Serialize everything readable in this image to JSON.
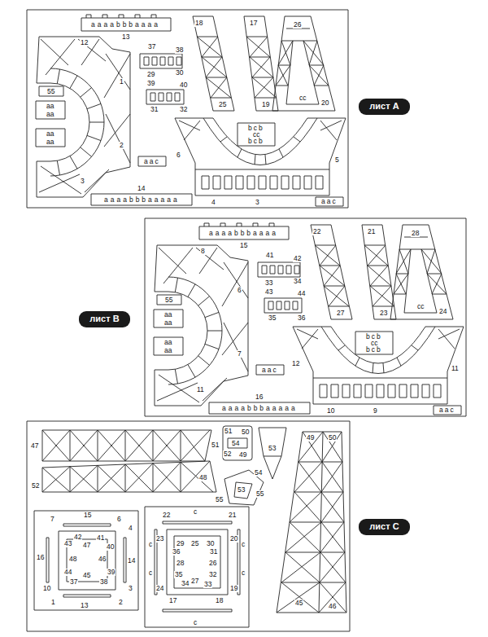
{
  "diagram": {
    "nodes": [
      {
        "text": [
          "лист А"
        ]
      },
      {
        "text": [
          "лист В"
        ]
      },
      {
        "text": [
          "лист С"
        ]
      }
    ],
    "labels": [
      "aaaabbbaaaa",
      "13",
      "12",
      "37",
      "38",
      "29",
      "30",
      "39",
      "40",
      "31",
      "32",
      "55",
      "1",
      "2",
      "3",
      "18",
      "17",
      "26",
      "25",
      "19",
      "20",
      "cc",
      "bcb",
      "cc",
      "bcb",
      "6",
      "5",
      "4",
      "3",
      "14",
      "aaaabbbaaaaa",
      "aa",
      "aa",
      "aa",
      "aa",
      "aac",
      "aac",
      "aaaabbbaaaa",
      "15",
      "8",
      "41",
      "42",
      "33",
      "34",
      "43",
      "44",
      "35",
      "36",
      "55",
      "6",
      "7",
      "11",
      "22",
      "21",
      "28",
      "27",
      "23",
      "24",
      "cc",
      "bcb",
      "cc",
      "bcb",
      "12",
      "11",
      "10",
      "9",
      "16",
      "aaaabbbaaaaa",
      "aa",
      "aa",
      "aa",
      "aa",
      "aac",
      "aac",
      "47",
      "51",
      "48",
      "52",
      "51",
      "50",
      "54",
      "52",
      "49",
      "53",
      "49",
      "50",
      "54",
      "53",
      "55",
      "55",
      "45",
      "46",
      "7",
      "15",
      "6",
      "4",
      "16",
      "14",
      "10",
      "3",
      "1",
      "13",
      "2",
      "43",
      "42",
      "47",
      "41",
      "40",
      "48",
      "46",
      "44",
      "45",
      "39",
      "37",
      "38",
      "c",
      "22",
      "21",
      "23",
      "20",
      "c",
      "c",
      "29",
      "25",
      "30",
      "36",
      "31",
      "28",
      "26",
      "35",
      "32",
      "27",
      "34",
      "33",
      "c",
      "c",
      "24",
      "19",
      "17",
      "18",
      "c"
    ]
  }
}
